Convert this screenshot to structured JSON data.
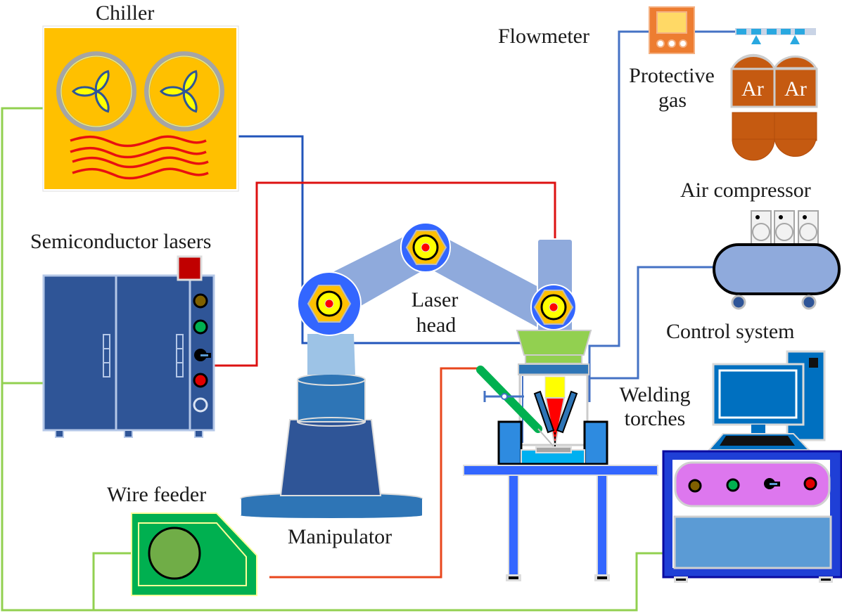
{
  "title": "Laser-arc hybrid welding system schematic",
  "labels": {
    "chiller": "Chiller",
    "semiconductor_lasers": "Semiconductor lasers",
    "laser_head_1": "Laser",
    "laser_head_2": "head",
    "manipulator": "Manipulator",
    "wire_feeder": "Wire feeder",
    "flowmeter": "Flowmeter",
    "protective_gas_1": "Protective",
    "protective_gas_2": "gas",
    "air_compressor": "Air compressor",
    "control_system": "Control system",
    "welding_torches_1": "Welding",
    "welding_torches_2": "torches",
    "cylinder_left": "Ar",
    "cylinder_right": "Ar"
  },
  "colors": {
    "water_line": "#2255bb",
    "laser_line": "#dd1111",
    "gas_line": "#3366cc",
    "wire_line": "#e8461c",
    "control_line": "#92d050",
    "chiller_body": "#ffc000",
    "laser_cabinet": "#2f5597",
    "gas_cylinder": "#c55a11",
    "wire_feeder": "#00b050",
    "control_panel": "#dd77ee"
  }
}
